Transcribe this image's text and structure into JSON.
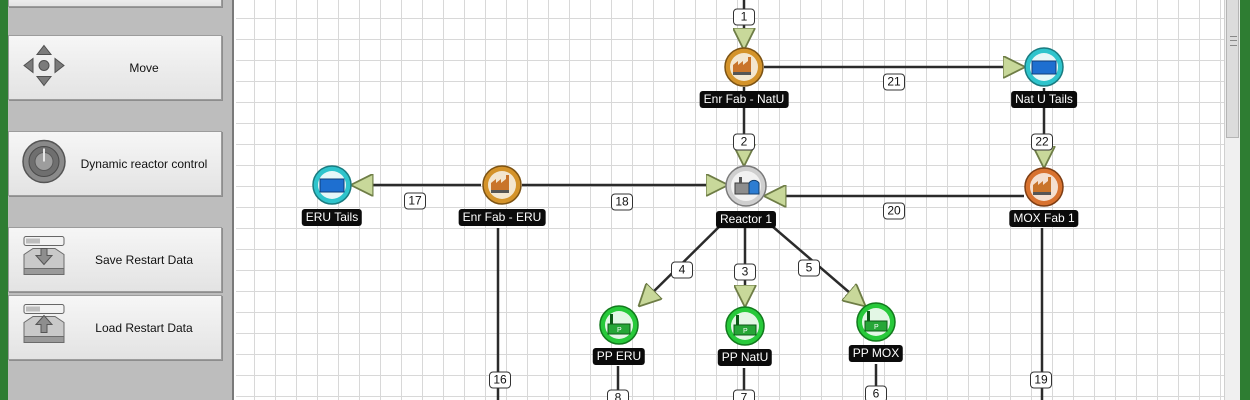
{
  "sidebar": {
    "buttons": [
      {
        "id": "move",
        "label": "Move",
        "icon": "move-arrows-icon"
      },
      {
        "id": "reactor-control",
        "label": "Dynamic reactor control",
        "icon": "dial-icon"
      },
      {
        "id": "save",
        "label": "Save Restart Data",
        "icon": "save-drive-icon"
      },
      {
        "id": "load",
        "label": "Load Restart Data",
        "icon": "load-drive-icon"
      }
    ]
  },
  "nodes": [
    {
      "id": "enr-fab-natu",
      "label": "Enr Fab - NatU",
      "type": "factory",
      "color": "#d4932a"
    },
    {
      "id": "nat-u-tails",
      "label": "Nat U Tails",
      "type": "storage",
      "color": "#2ec4cc"
    },
    {
      "id": "eru-tails",
      "label": "ERU Tails",
      "type": "storage",
      "color": "#2ec4cc"
    },
    {
      "id": "enr-fab-eru",
      "label": "Enr Fab - ERU",
      "type": "factory",
      "color": "#d4932a"
    },
    {
      "id": "reactor-1",
      "label": "Reactor 1",
      "type": "reactor",
      "color": "#cfcfcf"
    },
    {
      "id": "mox-fab-1",
      "label": "MOX Fab 1",
      "type": "factory",
      "color": "#d8722f"
    },
    {
      "id": "pp-eru",
      "label": "PP ERU",
      "type": "pool",
      "color": "#27c93a"
    },
    {
      "id": "pp-natu",
      "label": "PP NatU",
      "type": "pool",
      "color": "#27c93a"
    },
    {
      "id": "pp-mox",
      "label": "PP MOX",
      "type": "pool",
      "color": "#27c93a"
    }
  ],
  "edges": [
    {
      "label": "1"
    },
    {
      "label": "21"
    },
    {
      "label": "2"
    },
    {
      "label": "22"
    },
    {
      "label": "17"
    },
    {
      "label": "18"
    },
    {
      "label": "20"
    },
    {
      "label": "4"
    },
    {
      "label": "3"
    },
    {
      "label": "5"
    },
    {
      "label": "16"
    },
    {
      "label": "19"
    },
    {
      "label": "8"
    },
    {
      "label": "7"
    },
    {
      "label": "6"
    }
  ],
  "colors": {
    "frame": "#2e7d32",
    "sidebar": "#bdbdbd",
    "edge": "#2b2b2b",
    "arrowhead": "#c8d89a"
  }
}
